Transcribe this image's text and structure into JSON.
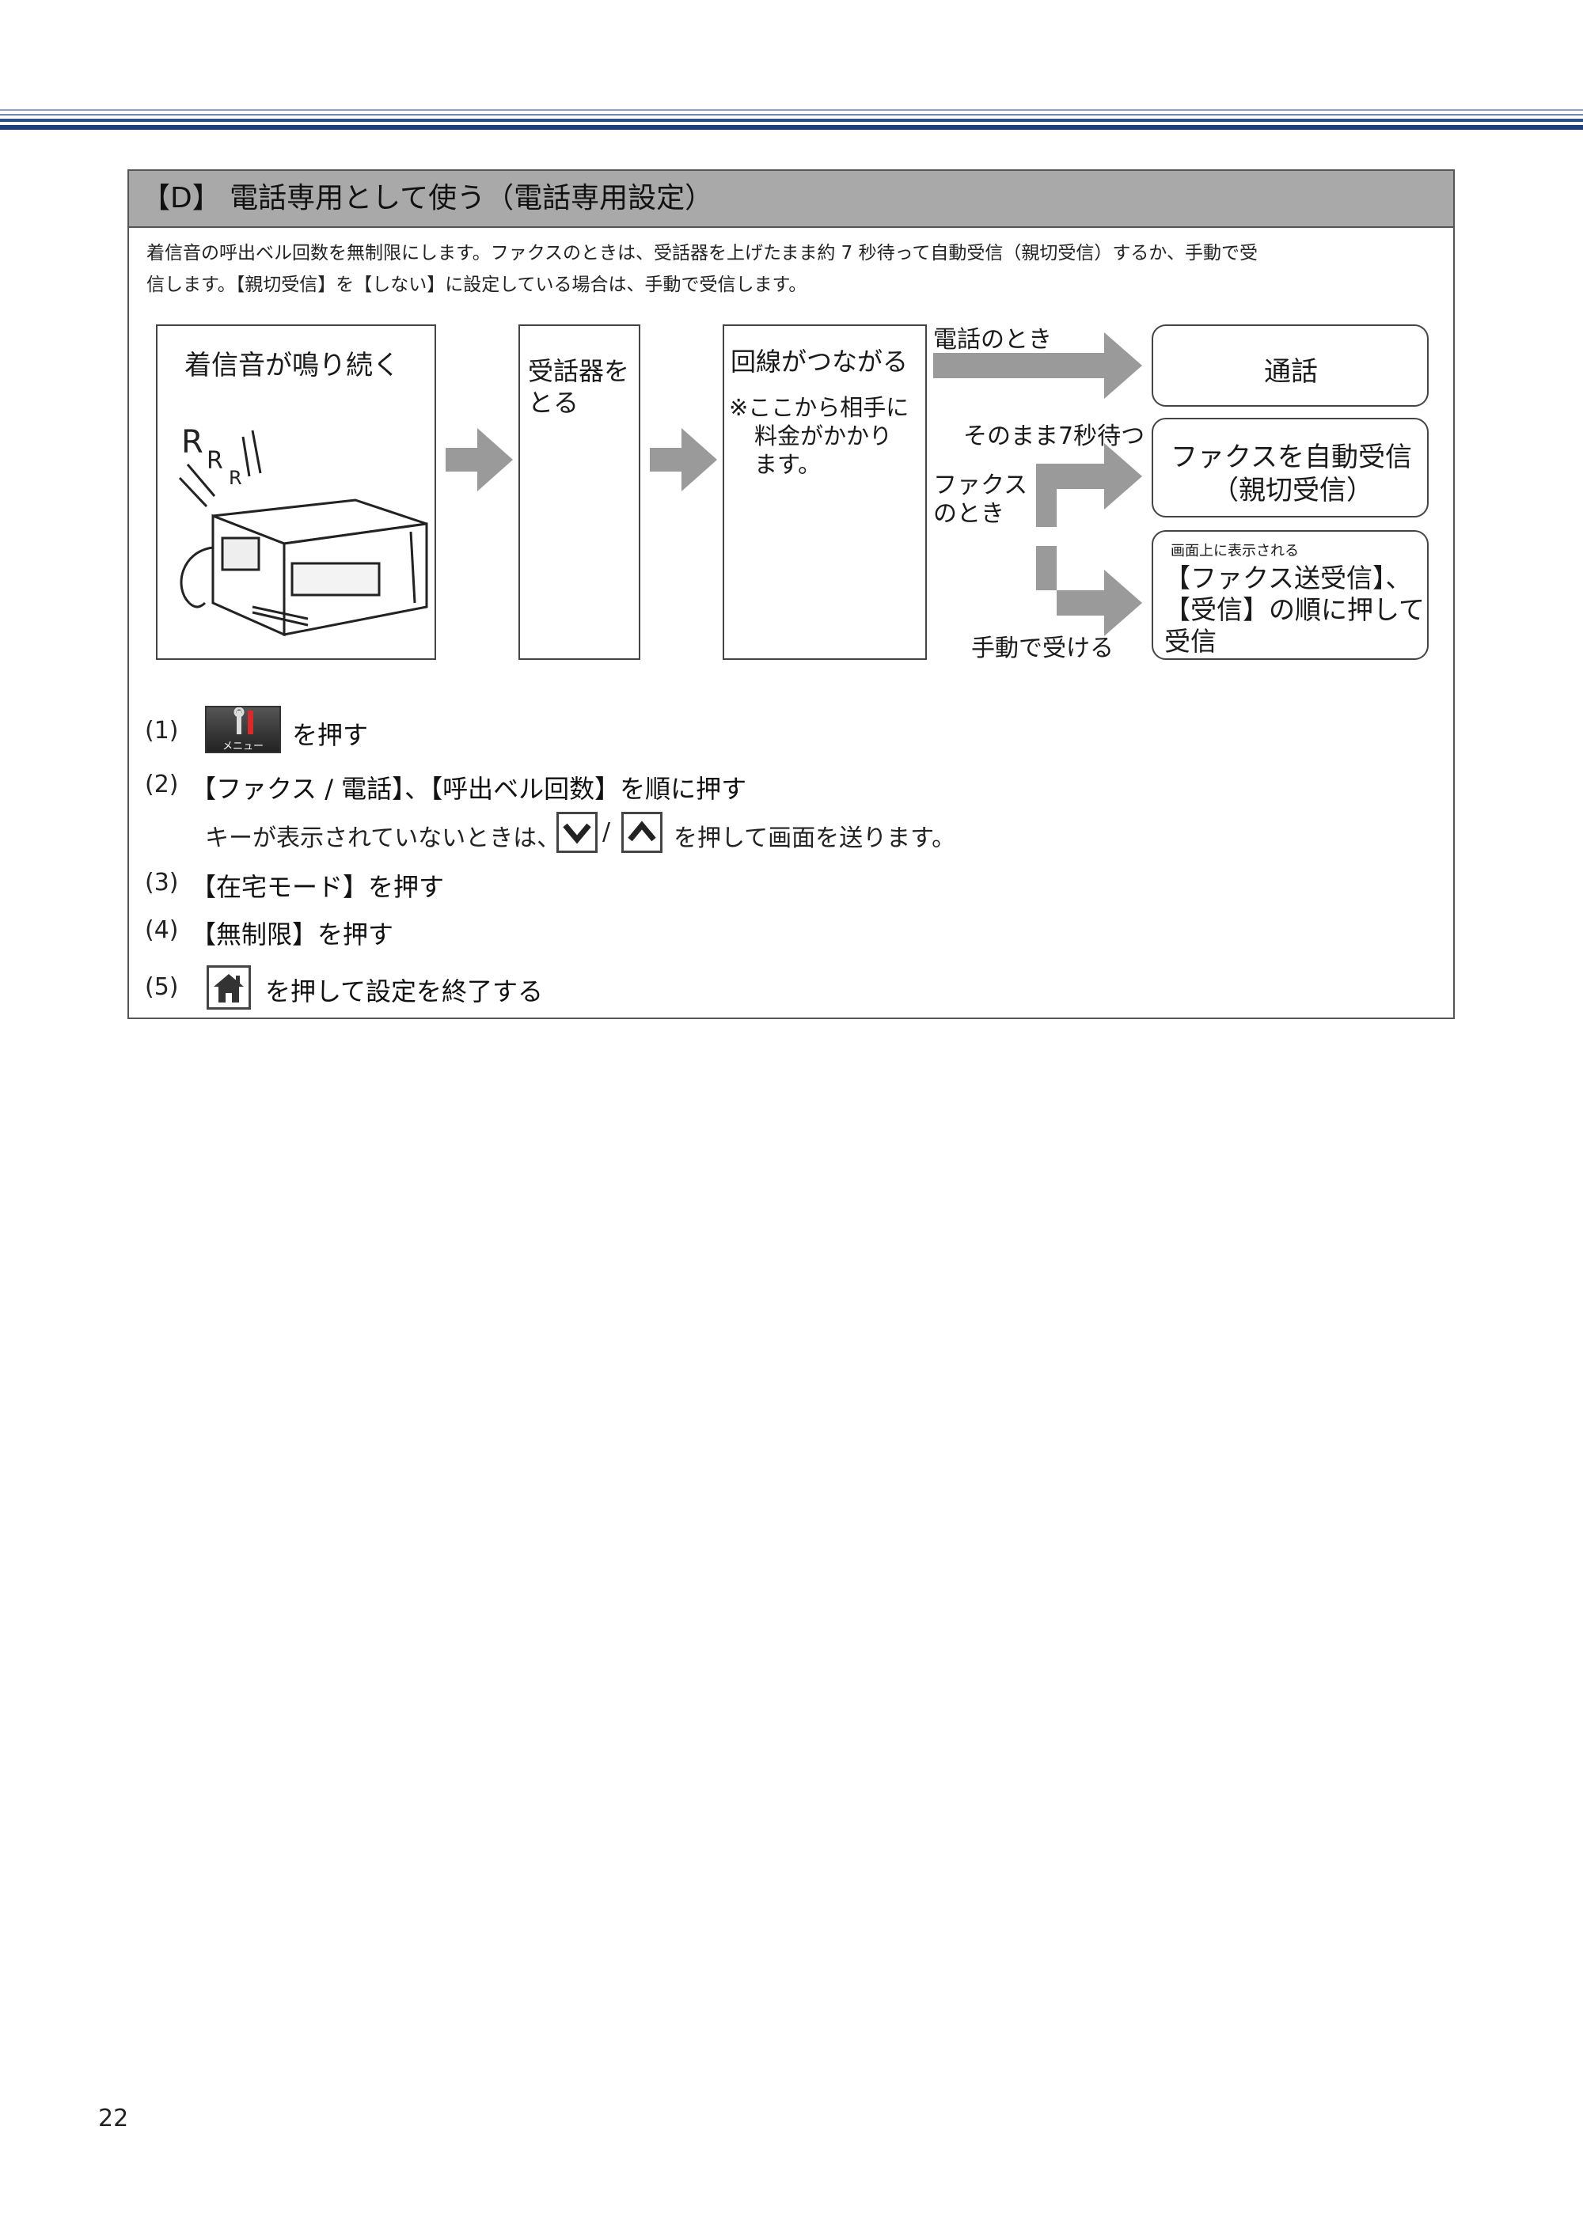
{
  "section": {
    "title": "【D】 電話専用として使う（電話専用設定）",
    "intro_line1": "着信音の呼出ベル回数を無制限にします。ファクスのときは、受話器を上げたまま約 7 秒待って自動受信（親切受信）するか、手動で受",
    "intro_line2": "信します。【親切受信】を【しない】に設定している場合は、手動で受信します。"
  },
  "flow": {
    "ringing": "着信音が鳴り続く",
    "ring_letters": [
      "R",
      "R",
      "R"
    ],
    "pickup_line1": "受話器を",
    "pickup_line2": "とる",
    "connect_title": "回線がつながる",
    "connect_note1": "※ここから相手に",
    "connect_note2": "料金がかかり",
    "connect_note3": "ます。",
    "branch_phone": "電話のとき",
    "branch_fax1": "ファクス",
    "branch_fax2": "のとき",
    "branch_wait": "そのまま7秒待つ",
    "branch_manual": "手動で受ける",
    "result_call": "通話",
    "result_auto1": "ファクスを自動受信",
    "result_auto2": "（親切受信）",
    "result_manual_small": "画面上に表示される",
    "result_manual1": "【ファクス送受信】、",
    "result_manual2": "【受信】の順に押して",
    "result_manual3": "受信"
  },
  "steps": [
    {
      "num": "(1)",
      "text": "を押す",
      "icon_label": "メニュー"
    },
    {
      "num": "(2)",
      "text": "【ファクス / 電話】、【呼出ベル回数】を順に押す"
    },
    {
      "num": "(3)",
      "text": "【在宅モード】を押す"
    },
    {
      "num": "(4)",
      "text": "【無制限】を押す"
    },
    {
      "num": "(5)",
      "text": "を押して設定を終了する"
    }
  ],
  "step2_sub_before": "キーが表示されていないときは、",
  "step2_sub_slash": "/",
  "step2_sub_after": "を押して画面を送ります。",
  "page_number": "22",
  "colors": {
    "header_blue": "#1f3f78",
    "title_gray": "#a9a9a9",
    "arrow_gray": "#9a9a9a"
  }
}
